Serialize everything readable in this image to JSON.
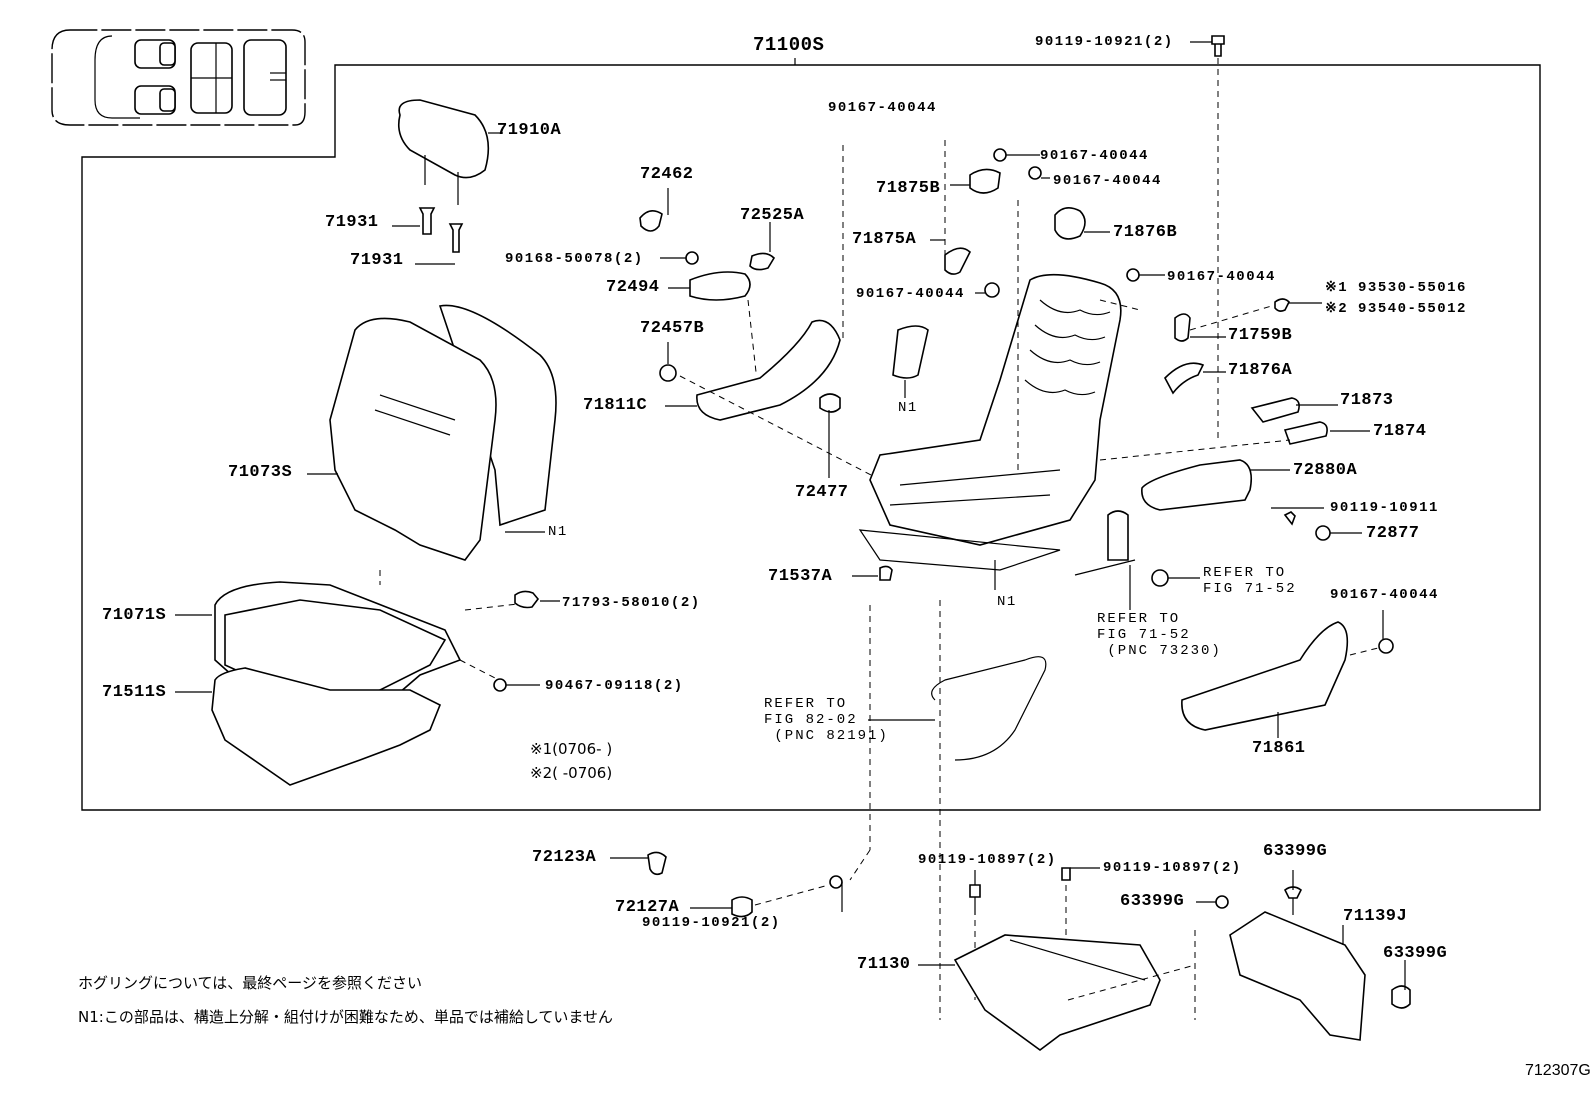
{
  "figure_id": "712307G",
  "assembly": {
    "label": "71100S"
  },
  "parts": {
    "p_90119_10921_top": "90119-10921(2)",
    "p_90167_40044_a": "90167-40044",
    "p_71910A": "71910A",
    "p_72462": "72462",
    "p_72525A": "72525A",
    "p_90167_40044_b": "90167-40044",
    "p_71875B": "71875B",
    "p_90167_40044_c": "90167-40044",
    "p_71876B": "71876B",
    "p_71931_a": "71931",
    "p_71931_b": "71931",
    "p_90168_50078": "90168-50078(2)",
    "p_72494": "72494",
    "p_71875A": "71875A",
    "p_90167_40044_d": "90167-40044",
    "p_90167_40044_e": "90167-40044",
    "p_93530_55016": "※1 93530-55016",
    "p_93540_55012": "※2 93540-55012",
    "p_72457B": "72457B",
    "p_71759B": "71759B",
    "p_71876A": "71876A",
    "p_71811C": "71811C",
    "p_N1_armrest": "N1",
    "p_71873": "71873",
    "p_71874": "71874",
    "p_71073S": "71073S",
    "p_72477": "72477",
    "p_72880A": "72880A",
    "p_90119_10911": "90119-10911",
    "p_N1_back": "N1",
    "p_72877": "72877",
    "p_71537A": "71537A",
    "p_N1_frame": "N1",
    "p_71071S": "71071S",
    "p_71793_58010": "71793-58010(2)",
    "p_90167_40044_f": "90167-40044",
    "p_90467_09118": "90467-09118(2)",
    "p_71511S": "71511S",
    "p_71861": "71861",
    "p_72123A": "72123A",
    "p_72127A": "72127A",
    "p_90119_10921_bottom": "90119-10921(2)",
    "p_90119_10897_a": "90119-10897(2)",
    "p_90119_10897_b": "90119-10897(2)",
    "p_63399G_a": "63399G",
    "p_63399G_b": "63399G",
    "p_63399G_c": "63399G",
    "p_71139J": "71139J",
    "p_71130": "71130"
  },
  "references": {
    "ref_71_52_a": "REFER TO\nFIG 71-52",
    "ref_71_52_b": "REFER TO\nFIG 71-52\n (PNC 73230)",
    "ref_82_02": "REFER TO\nFIG 82-02\n (PNC 82191)"
  },
  "legend": {
    "note1": "※1(0706-      )",
    "note2": "※2(      -0706)"
  },
  "footnotes": {
    "line1": "ホグリングについては、最終ページを参照ください",
    "line2": "N1:この部品は、構造上分解・組付けが困難なため、単品では補給していません"
  }
}
